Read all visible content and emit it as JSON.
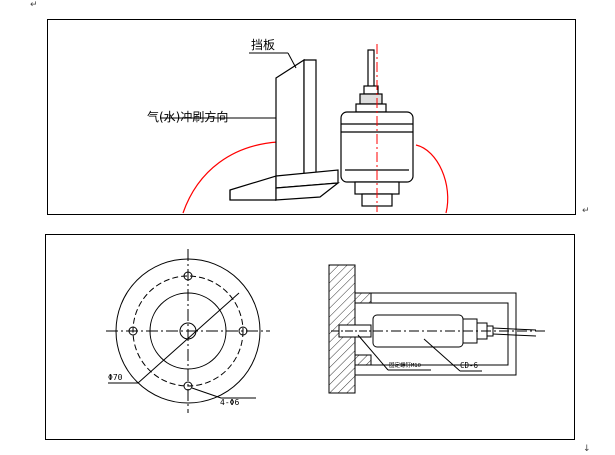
{
  "top_figure": {
    "label_baffle": "挡板",
    "label_flush_direction": "气(水)冲刷方向"
  },
  "bottom_figure": {
    "label_diameter": "Φ70",
    "label_holes": "4-Φ6",
    "label_fix_screw": "固定螺钉M10",
    "label_sensor": "CD-6"
  },
  "colors": {
    "stroke": "#000000",
    "centerline": "#ff0000",
    "flush_curve": "#ff0000",
    "hatch_fill": "#f2f2f2"
  }
}
